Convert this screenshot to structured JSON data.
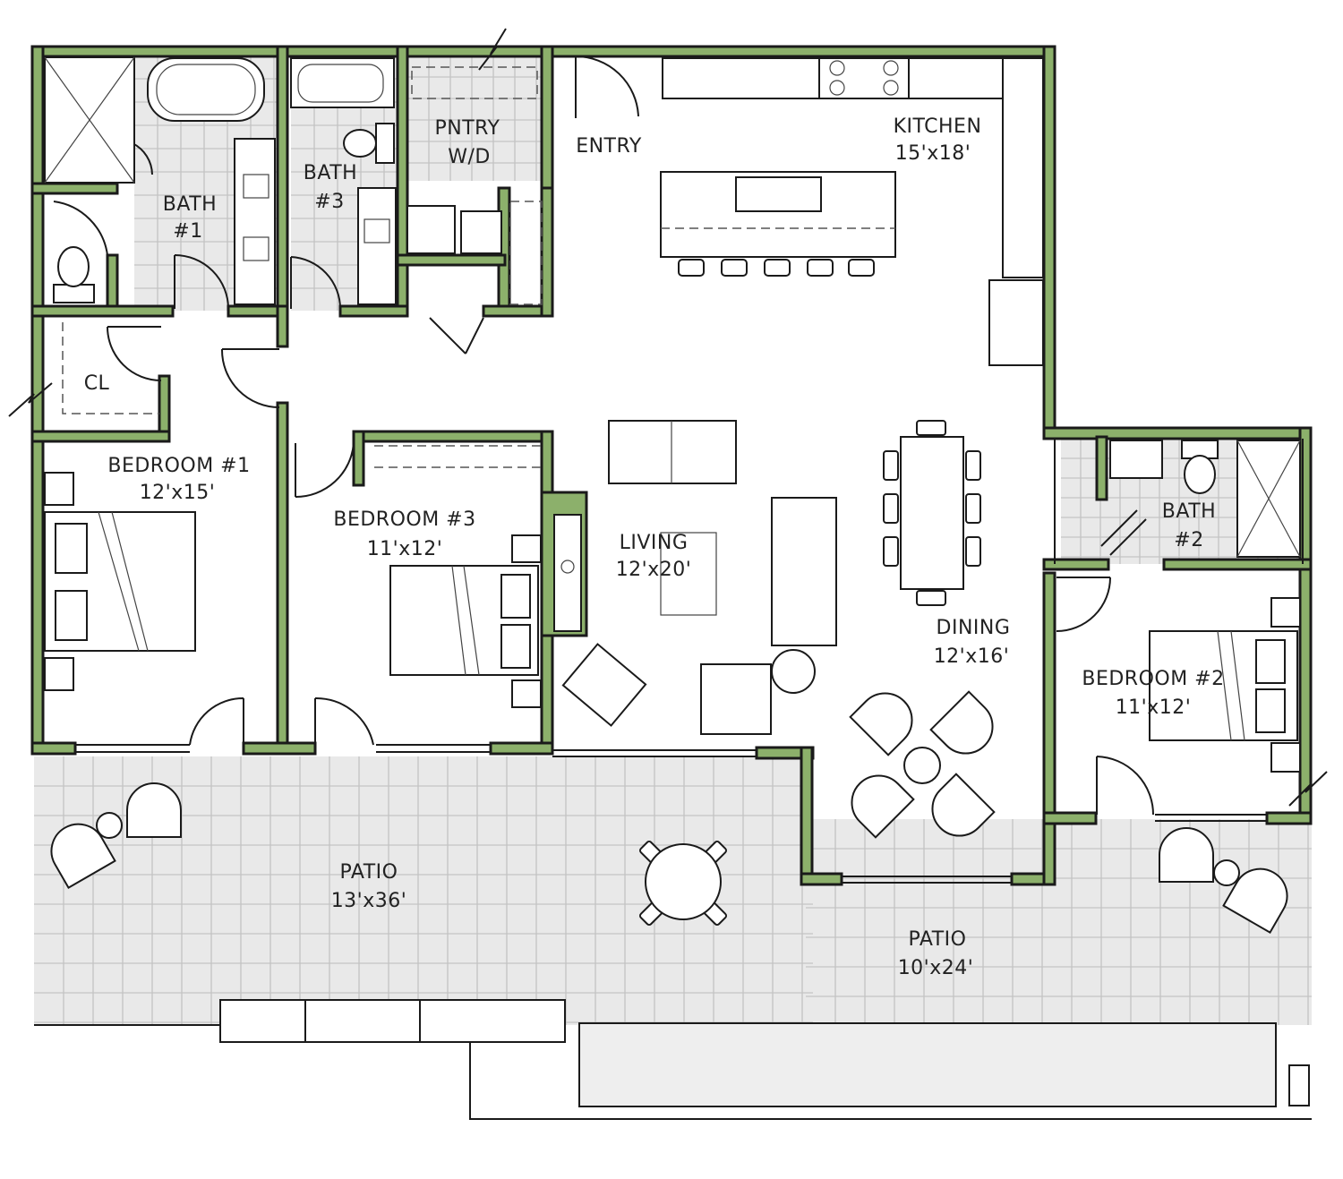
{
  "plan": {
    "rooms": {
      "kitchen": {
        "name": "KITCHEN",
        "size": "15'x18'"
      },
      "entry": {
        "name": "ENTRY"
      },
      "pantry": {
        "name1": "PNTRY",
        "name2": "W/D"
      },
      "bath1": {
        "name1": "BATH",
        "name2": "#1"
      },
      "bath3": {
        "name1": "BATH",
        "name2": "#3"
      },
      "closet": {
        "name": "CL"
      },
      "bedroom1": {
        "name": "BEDROOM #1",
        "size": "12'x15'"
      },
      "bedroom3": {
        "name": "BEDROOM #3",
        "size": "11'x12'"
      },
      "living": {
        "name": "LIVING",
        "size": "12'x20'"
      },
      "dining": {
        "name": "DINING",
        "size": "12'x16'"
      },
      "bath2": {
        "name1": "BATH",
        "name2": "#2"
      },
      "bedroom2": {
        "name": "BEDROOM #2",
        "size": "11'x12'"
      },
      "patio_main": {
        "name": "PATIO",
        "size": "13'x36'"
      },
      "patio_side": {
        "name": "PATIO",
        "size": "10'x24'"
      }
    },
    "colors": {
      "wall": "#8cb06b",
      "outline": "#1a1a1a",
      "tile": "#e9e9e9",
      "background": "#ffffff"
    }
  }
}
